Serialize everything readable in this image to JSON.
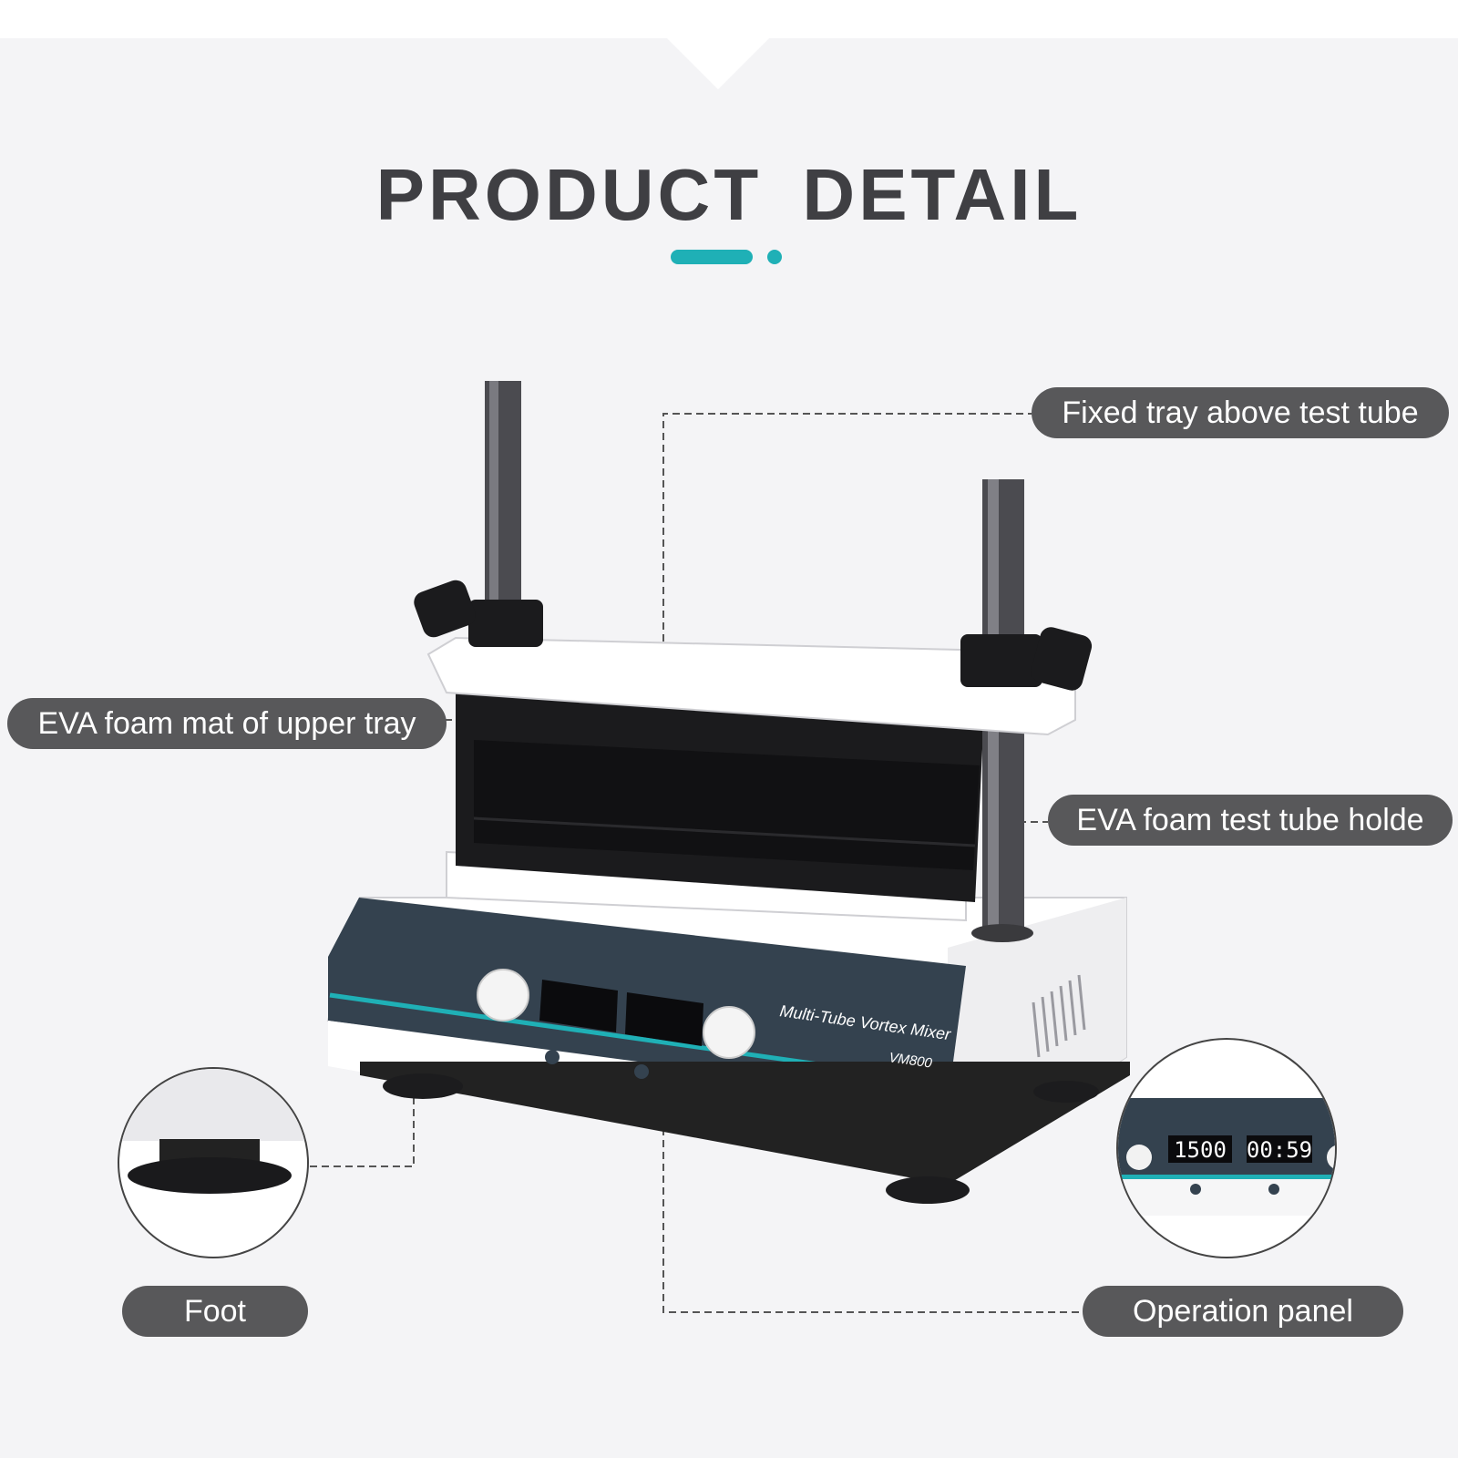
{
  "title": "PRODUCT  DETAIL",
  "accent_color": "#1fb0b6",
  "label_color": "#58585a",
  "labels": {
    "fixed_tray": "Fixed tray above test tube",
    "eva_upper": "EVA foam mat of upper tray",
    "eva_holder": "EVA foam test tube holde",
    "foot": "Foot",
    "operation_panel": "Operation panel"
  },
  "device": {
    "name": "Multi-Tube Vortex Mixer",
    "model": "VM800"
  },
  "display": {
    "speed": "1500",
    "time": "00:59"
  }
}
